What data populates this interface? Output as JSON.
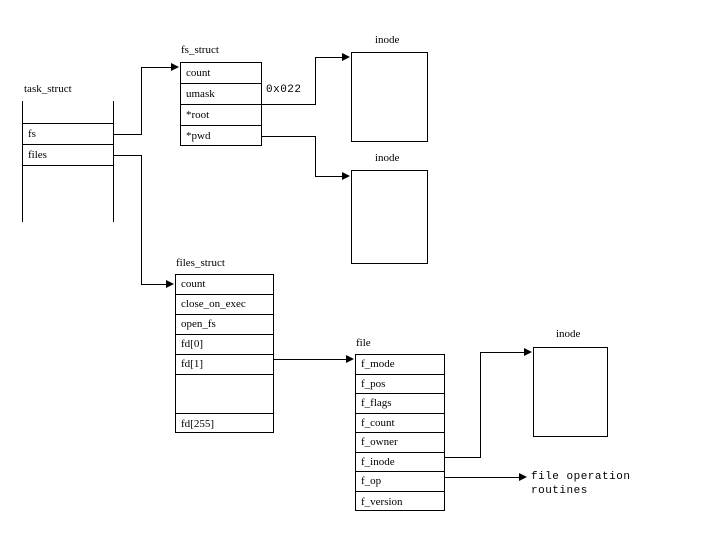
{
  "diagram": {
    "title": "Linux VFS task_struct / fs_struct / files_struct / file relationships",
    "ink_color": "#000000",
    "background_color": "#ffffff"
  },
  "task_struct": {
    "caption": "task_struct",
    "rows": [
      {
        "label": ""
      },
      {
        "label": "fs"
      },
      {
        "label": "files"
      },
      {
        "label": ""
      }
    ]
  },
  "fs_struct": {
    "caption": "fs_struct",
    "rows": [
      {
        "label": "count"
      },
      {
        "label": "umask"
      },
      {
        "label": "*root"
      },
      {
        "label": "*pwd"
      }
    ],
    "umask_value": "0x022"
  },
  "files_struct": {
    "caption": "files_struct",
    "rows": [
      {
        "label": "count"
      },
      {
        "label": "close_on_exec"
      },
      {
        "label": "open_fs"
      },
      {
        "label": "fd[0]"
      },
      {
        "label": "fd[1]"
      },
      {
        "label": ""
      },
      {
        "label": "fd[255]"
      }
    ]
  },
  "file_struct": {
    "caption": "file",
    "rows": [
      {
        "label": "f_mode"
      },
      {
        "label": "f_pos"
      },
      {
        "label": "f_flags"
      },
      {
        "label": "f_count"
      },
      {
        "label": "f_owner"
      },
      {
        "label": "f_inode"
      },
      {
        "label": "f_op"
      },
      {
        "label": "f_version"
      }
    ]
  },
  "inodes": [
    {
      "caption": "inode",
      "id": "inode-root"
    },
    {
      "caption": "inode",
      "id": "inode-pwd"
    },
    {
      "caption": "inode",
      "id": "inode-file"
    }
  ],
  "file_operations": {
    "line1": "file operation",
    "line2": "routines"
  },
  "icons": {
    "arrow": "arrowhead-right-icon"
  }
}
